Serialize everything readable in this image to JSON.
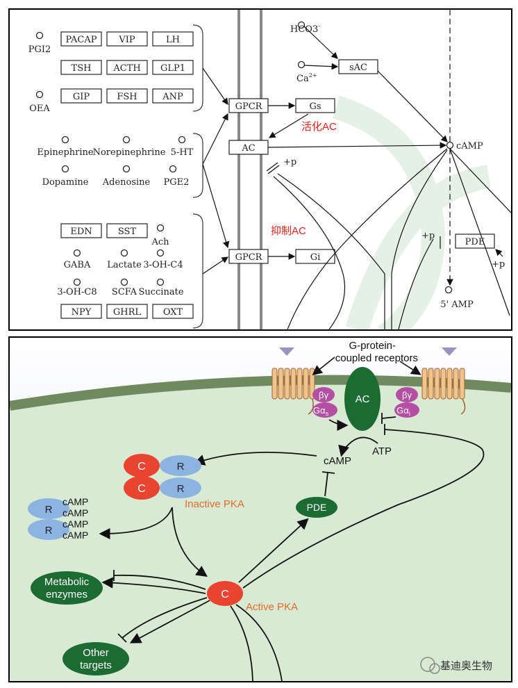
{
  "top_panel": {
    "boxes": {
      "pacap": "PACAP",
      "vip": "VIP",
      "lh": "LH",
      "tsh": "TSH",
      "acth": "ACTH",
      "glp1": "GLP1",
      "gip": "GIP",
      "fsh": "FSH",
      "anp": "ANP",
      "edn": "EDN",
      "sst": "SST",
      "npy": "NPY",
      "ghrl": "GHRL",
      "oxt": "OXT",
      "gpcr_upper": "GPCR",
      "gs": "Gs",
      "ac": "AC",
      "gpcr_lower": "GPCR",
      "gi": "Gi",
      "sac": "sAC",
      "pde": "PDE"
    },
    "compounds": {
      "pgi2": "PGI2",
      "oea": "OEA",
      "epinephrine": "Epinephrine",
      "norepinephrine": "Norepinephrine",
      "ht5": "5-HT",
      "dopamine": "Dopamine",
      "adenosine": "Adenosine",
      "pge2": "PGE2",
      "ach": "Ach",
      "gaba": "GABA",
      "lactate": "Lactate",
      "oh3c4": "3-OH-C4",
      "oh3c8": "3-OH-C8",
      "scfa": "SCFA",
      "succinate": "Succinate",
      "hco3": "HCO3",
      "ca": "Ca",
      "camp": "cAMP",
      "amp5": "5' AMP"
    },
    "superscripts": {
      "hco3": "-",
      "ca": "2+"
    },
    "plus_p_1": "+p",
    "plus_p_2": "+p",
    "plus_p_3": "+p",
    "activate_ac": "活化AC",
    "inhibit_ac": "抑制AC"
  },
  "bottom_panel": {
    "gpcr_label_line1": "G-protein-",
    "gpcr_label_line2": "coupled receptors",
    "ac": "AC",
    "by": "βγ",
    "gas": "Gα",
    "gas_sub": "s",
    "gai": "Gα",
    "gai_sub": "i",
    "atp": "ATP",
    "camp": "cAMP",
    "c": "C",
    "r": "R",
    "inactive_pka": "Inactive PKA",
    "r_camp": "cAMP",
    "pde": "PDE",
    "active_pka": "Active PKA",
    "metabolic_line1": "Metabolic",
    "metabolic_line2": "enzymes",
    "other_line1": "Other",
    "other_line2": "targets"
  },
  "watermark": "基迪奥生物",
  "colors": {
    "activate_text": "#e0201a",
    "membrane": "#6e8a5e",
    "cytoplasm": "#d8ead4",
    "outside": "#dfe5f1",
    "c_subunit": "#e8442f",
    "r_subunit": "#8db3e0",
    "green_oval": "#1c6b33",
    "g_protein": "#b44fa3",
    "pka_label": "#e26b2b"
  }
}
